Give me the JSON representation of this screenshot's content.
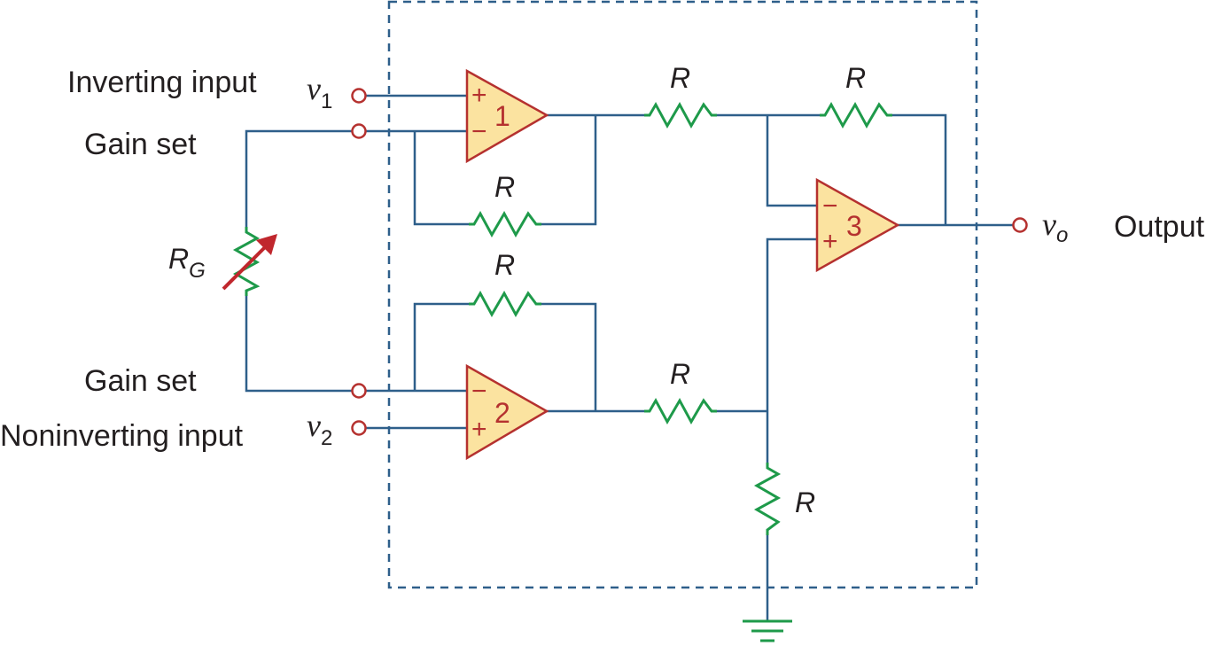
{
  "labels": {
    "inverting_input": "Inverting input",
    "gain_set_top": "Gain set",
    "gain_set_bottom": "Gain set",
    "noninverting_input": "Noninverting input",
    "output": "Output"
  },
  "variables": {
    "v1": {
      "symbol": "v",
      "sub": "1"
    },
    "v2": {
      "symbol": "v",
      "sub": "2"
    },
    "vo": {
      "symbol": "v",
      "sub": "o"
    },
    "rg": {
      "symbol": "R",
      "sub": "G"
    }
  },
  "resistor_label": "R",
  "opamps": [
    {
      "id": "1",
      "top_sign": "+",
      "bottom_sign": "−"
    },
    {
      "id": "2",
      "top_sign": "−",
      "bottom_sign": "+"
    },
    {
      "id": "3",
      "top_sign": "−",
      "bottom_sign": "+"
    }
  ],
  "colors": {
    "wire": "#2e5f8a",
    "resistor": "#1e9a4a",
    "opamp_fill": "#fbe3a0",
    "opamp_stroke": "#b5312f",
    "terminal": "#b5312f",
    "arrow": "#c0272d"
  }
}
